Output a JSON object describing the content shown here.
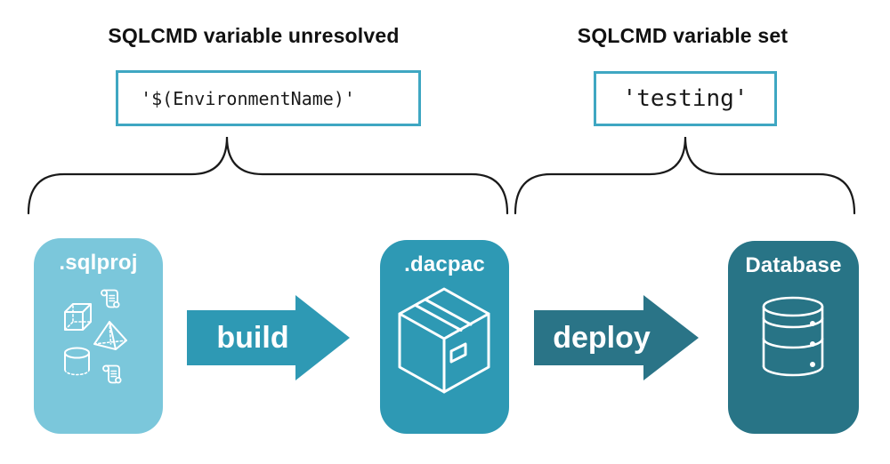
{
  "diagram": {
    "left_group": {
      "title": "SQLCMD variable unresolved",
      "code": "'$(EnvironmentName)'"
    },
    "right_group": {
      "title": "SQLCMD variable set",
      "code": "'testing'"
    },
    "pipeline": {
      "sqlproj": {
        "label": ".sqlproj",
        "icon": "sql-objects-icon"
      },
      "build_arrow": {
        "label": "build",
        "icon": "right-arrow-shape"
      },
      "dacpac": {
        "label": ".dacpac",
        "icon": "package-box-icon"
      },
      "deploy_arrow": {
        "label": "deploy",
        "icon": "right-arrow-shape"
      },
      "database": {
        "label": "Database",
        "icon": "database-cylinder-icon"
      }
    },
    "colors": {
      "sqlproj_box": "#7BC7DB",
      "dacpac_box": "#2E99B4",
      "database_box": "#287486",
      "build_arrow": "#2E99B4",
      "deploy_arrow": "#2A7487",
      "code_box_border": "#3FA7C2",
      "heading_text": "#111111",
      "box_label_text": "#FFFFFF",
      "icon_stroke": "#FFFFFF",
      "brace_stroke": "#1A1A1A"
    }
  }
}
